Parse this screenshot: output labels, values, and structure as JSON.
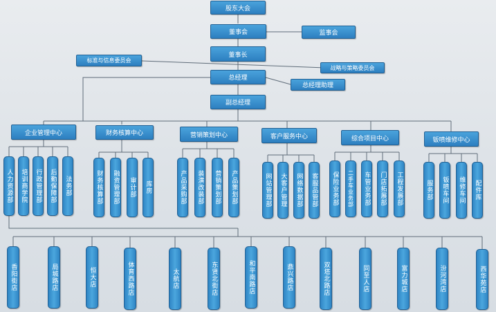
{
  "top": {
    "shareholders": "股东大会",
    "board": "董事会",
    "supervisory": "监事会",
    "chairman": "董事长",
    "standards": "标准与信息委员会",
    "strategy": "战略与策略委员会",
    "gm": "总经理",
    "gm_assistant": "总经理助理",
    "deputy_gm": "副总经理"
  },
  "centers": [
    {
      "name": "企业管理中心",
      "depts": [
        "人力资源部",
        "培训商学院",
        "行政管理部",
        "后勤保障部",
        "法务部"
      ]
    },
    {
      "name": "财务核算中心",
      "depts": [
        "财务核算部",
        "融资管理部",
        "审计部",
        "库房"
      ]
    },
    {
      "name": "营销策划中心",
      "depts": [
        "产品采购部",
        "装潢改装部",
        "营销策划部",
        "产品策划部"
      ]
    },
    {
      "name": "客户服务中心",
      "depts": [
        "网站管理部",
        "大客户管理",
        "网络数据部",
        "客服品管部"
      ]
    },
    {
      "name": "综合项目中心",
      "depts": [
        "保险业务部",
        "二手车业务部",
        "车管业务部",
        "门店拓展部",
        "工程发展部"
      ]
    },
    {
      "name": "钣喷维修中心",
      "depts": [
        "服务部",
        "钣喷车间",
        "维修车间",
        "配件库"
      ]
    }
  ],
  "stores": [
    "香阳街店",
    "局城路店",
    "恒大店",
    "体育西路店",
    "太航店",
    "东贤北街店",
    "和平南路店",
    "鼎兴路店",
    "双塔北路店",
    "同至人店",
    "富力城店",
    "汾河湾店",
    "西华苑店"
  ]
}
